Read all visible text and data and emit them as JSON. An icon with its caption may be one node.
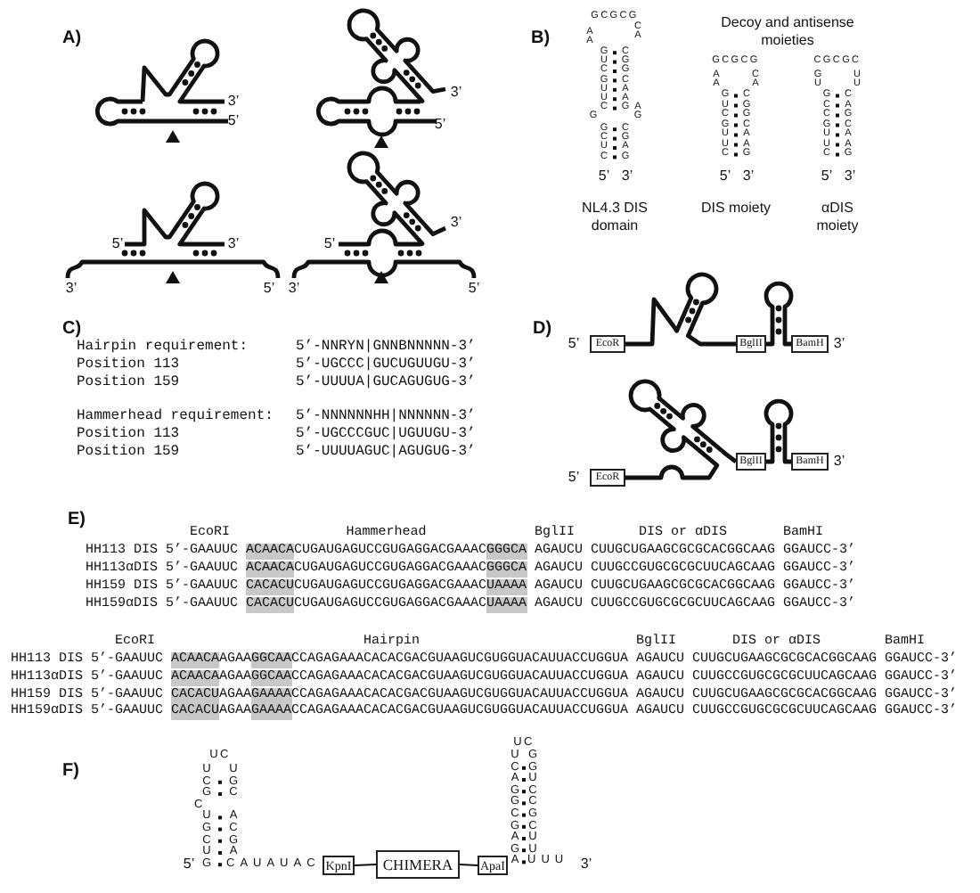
{
  "diagram": {
    "nodes": [
      {
        "text": [
          "EcoR"
        ]
      },
      {
        "text": [
          "BglII"
        ]
      },
      {
        "text": [
          "BamH"
        ]
      },
      {
        "text": [
          "EcoR"
        ]
      },
      {
        "text": [
          "BglII"
        ]
      },
      {
        "text": [
          "BamH"
        ]
      },
      {
        "text": [
          "KpnI"
        ]
      },
      {
        "text": [
          "CHIMERA"
        ]
      },
      {
        "text": [
          "ApaI"
        ]
      }
    ],
    "edges": [
      {
        "from": 0,
        "to": 1,
        "arrow": "none"
      },
      {
        "from": 1,
        "to": 2,
        "arrow": "none"
      },
      {
        "from": 3,
        "to": 4,
        "arrow": "none"
      },
      {
        "from": 4,
        "to": 5,
        "arrow": "none"
      },
      {
        "from": 6,
        "to": 7,
        "arrow": "none"
      },
      {
        "from": 7,
        "to": 8,
        "arrow": "none"
      }
    ],
    "labels": [
      "A)",
      "3’",
      "5’",
      "3’",
      "5’",
      "5’",
      "3’",
      "3’",
      "5’",
      "3’",
      "5’",
      "3’",
      "5’",
      "B)",
      "Decoy and antisense moieties",
      "AA",
      "GCGCG",
      "CA",
      "GUCGUUC",
      "CGGCAAG",
      "G",
      "AG",
      "GCUC",
      "CGAG",
      "5’",
      "3’",
      "NL4.3 DIS domain",
      "AA",
      "GCGCG",
      "CA",
      "GUCGUUC",
      "CGGCAAG",
      "5’",
      "3’",
      "DIS moiety",
      "GU",
      "CGCGC",
      "UU",
      "GCCGUUC",
      "CAGCAAG",
      "5’",
      "3’",
      "αDIS moiety",
      "C)",
      "Hairpin requirement:",
      "5’-NNRYN|GNNBNNNNN-3’",
      "Position 113",
      "5’-UGCCC|GUCUGUUGU-3’",
      "Position 159",
      "5’-UUUUA|GUCAGUGUG-3’",
      "Hammerhead requirement:",
      "5’-NNNNNNHH|NNNNNN-3’",
      "Position 113",
      "5’-UGCCCGUC|UGUUGU-3’",
      "Position 159",
      "5’-UUUUAGUC|AGUGUG-3’",
      "D)",
      "5’",
      "3’",
      "5’",
      "3’",
      "E)",
      "EcoRI",
      "Hammerhead",
      "BglII",
      "DIS or αDIS",
      "BamHI",
      "HH113 DIS",
      "5’-GAAUUC",
      "ACAACA",
      "CUGAUGAGUCCGUGAGGACGAAAC",
      "GGGCA",
      "AGAUCU",
      "CUUGCUGAAGCGCGCACGGCAAG",
      "GGAUCC-3’",
      "HH113αDIS",
      "5’-GAAUUC",
      "ACAACA",
      "CUGAUGAGUCCGUGAGGACGAAAC",
      "GGGCA",
      "AGAUCU",
      "CUUGCCGUGCGCGCUUCAGCAAG",
      "GGAUCC-3’",
      "HH159 DIS",
      "5’-GAAUUC",
      "CACACU",
      "CUGAUGAGUCCGUGAGGACGAAAC",
      "UAAAA",
      "AGAUCU",
      "CUUGCUGAAGCGCGCACGGCAAG",
      "GGAUCC-3’",
      "HH159αDIS",
      "5’-GAAUUC",
      "CACACU",
      "CUGAUGAGUCCGUGAGGACGAAAC",
      "UAAAA",
      "AGAUCU",
      "CUUGCCGUGCGCGCUUCAGCAAG",
      "GGAUCC-3’",
      "EcoRI",
      "Hairpin",
      "BglII",
      "DIS or αDIS",
      "BamHI",
      "HH113 DIS",
      "5’-GAAUUC",
      "ACAACA",
      "AGAA",
      "GGCAA",
      "CCAGAGAAACACACGACGUAAGUCGUGGUACAUUACCUGGUA",
      "AGAUCU",
      "CUUGCUGAAGCGCGCACGGCAAG",
      "GGAUCC-3’",
      "HH113αDIS",
      "5’-GAAUUC",
      "ACAACA",
      "AGAA",
      "GGCAA",
      "CCAGAGAAACACACGACGUAAGUCGUGGUACAUUACCUGGUA",
      "AGAUCU",
      "CUUGCCGUGCGCGCUUCAGCAAG",
      "GGAUCC-3’",
      "HH159 DIS",
      "5’-GAAUUC",
      "CACACU",
      "AGAA",
      "GAAAA",
      "CCAGAGAAACACACGACGUAAGUCGUGGUACAUUACCUGGUA",
      "AGAUCU",
      "CUUGCUGAAGCGCGCACGGCAAG",
      "GGAUCC-3’",
      "HH159αDIS",
      "5’-GAAUUC",
      "CACACU",
      "AGAA",
      "GAAAA",
      "CCAGAGAAACACACGACGUAAGUCGUGGUACAUUACCUGGUA",
      "AGAUCU",
      "CUUGCCGUGCGCGCUUCAGCAAG",
      "GGAUCC-3’",
      "F)",
      "UC",
      "UCG",
      "C",
      "UGCUG",
      "UGC",
      "ACGA",
      "5’",
      "CAUAUAC",
      "UC",
      "UCAGGCGAGA",
      "GGUCCGCUU",
      "UUU",
      "3’"
    ]
  }
}
